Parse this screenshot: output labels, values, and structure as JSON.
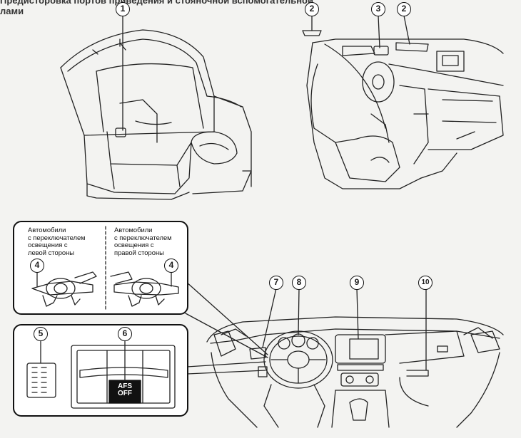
{
  "header": {
    "line1": "Предисторовка портов приведения и стояночной вспомогательной",
    "line2": "лами"
  },
  "callouts": [
    "1",
    "2",
    "3",
    "2",
    "4",
    "4",
    "5",
    "6",
    "7",
    "8",
    "9",
    "10"
  ],
  "switch_panel": {
    "left_caption": "Автомобили\nс переключателем\nосвещения с\nлевой стороны",
    "right_caption": "Автомобили\nс переключателем\nосвещения с\nправой стороны"
  },
  "afs_button": {
    "line1": "AFS",
    "line2": "OFF"
  },
  "icons": [
    "trunk-light",
    "map-light",
    "vanity-mirror-light",
    "headlight-switch",
    "switch-block",
    "afs-off-switch",
    "dashboard"
  ]
}
